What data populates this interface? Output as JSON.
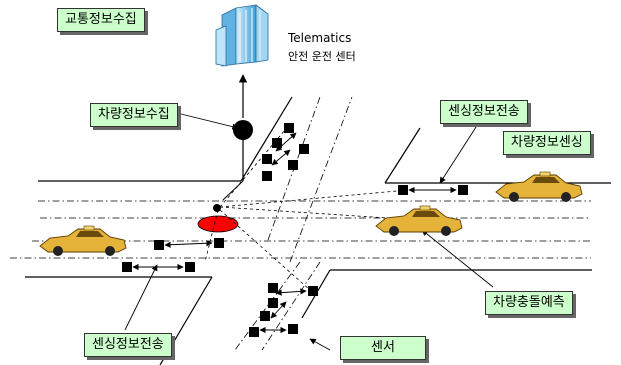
{
  "labels": {
    "traffic_collect": "교통정보수집",
    "vehicle_collect": "차량정보수집",
    "sensing_tx_top": "센싱정보전송",
    "vehicle_sensing": "차량정보센싱",
    "collision_predict": "차량충돌예측",
    "sensing_tx_bottom": "센싱정보전송",
    "sensor": "센서"
  },
  "center": {
    "name": "Telematics",
    "subtitle": "안전 운전 센터"
  },
  "colors": {
    "label_fill": "#ccffcc",
    "detection_zone": "#ff0000",
    "taxi_body": "#e6b33a",
    "building": "#7fc6ea"
  }
}
